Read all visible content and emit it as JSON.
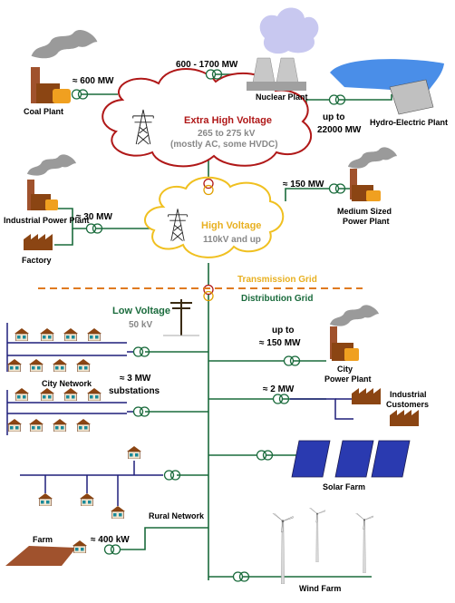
{
  "sources": {
    "coal": {
      "name": "Coal Plant",
      "power": "≈ 600  MW"
    },
    "nuclear": {
      "name": "Nuclear Plant",
      "power": "600 - 1700  MW"
    },
    "hydro": {
      "name": "Hydro-Electric Plant",
      "power_line1": "up to",
      "power_line2": "22000  MW"
    },
    "industrial": {
      "name": "Industrial Power Plant",
      "power": "≈ 30  MW"
    },
    "factory": {
      "name": "Factory"
    },
    "medium": {
      "name_line1": "Medium Sized",
      "name_line2": "Power Plant",
      "power": "≈ 150  MW"
    },
    "city_plant": {
      "name_line1": "City",
      "name_line2": "Power Plant",
      "power_line1": "up to",
      "power_line2": "≈ 150  MW"
    },
    "industrial_customers": {
      "name_line1": "Industrial",
      "name_line2": "Customers",
      "power": "≈ 2  MW"
    }
  },
  "grids": {
    "extra_high": {
      "title": "Extra High Voltage",
      "line1": "265 to 275 kV",
      "line2": "(mostly AC, some HVDC)"
    },
    "high": {
      "title": "High Voltage",
      "line1": "110kV and up"
    },
    "low": {
      "title": "Low Voltage",
      "line1": "50 kV"
    },
    "transmission": "Transmission Grid",
    "distribution": "Distribution Grid"
  },
  "consumers": {
    "city_network": "City Network",
    "substations_line1": "≈ 3  MW",
    "substations_line2": "substations",
    "rural_network": "Rural Network",
    "farm": {
      "name": "Farm",
      "power": "≈ 400 kW"
    },
    "solar": "Solar Farm",
    "wind": "Wind Farm"
  },
  "colors": {
    "link": "#1a6b3c",
    "ehv_cloud": "#b01818",
    "hv_cloud": "#f0c020",
    "distribution_line": "#1f1f7a",
    "transmission_text": "#e8b020",
    "distribution_text": "#1a6b3c",
    "separator": "#e07a20"
  }
}
